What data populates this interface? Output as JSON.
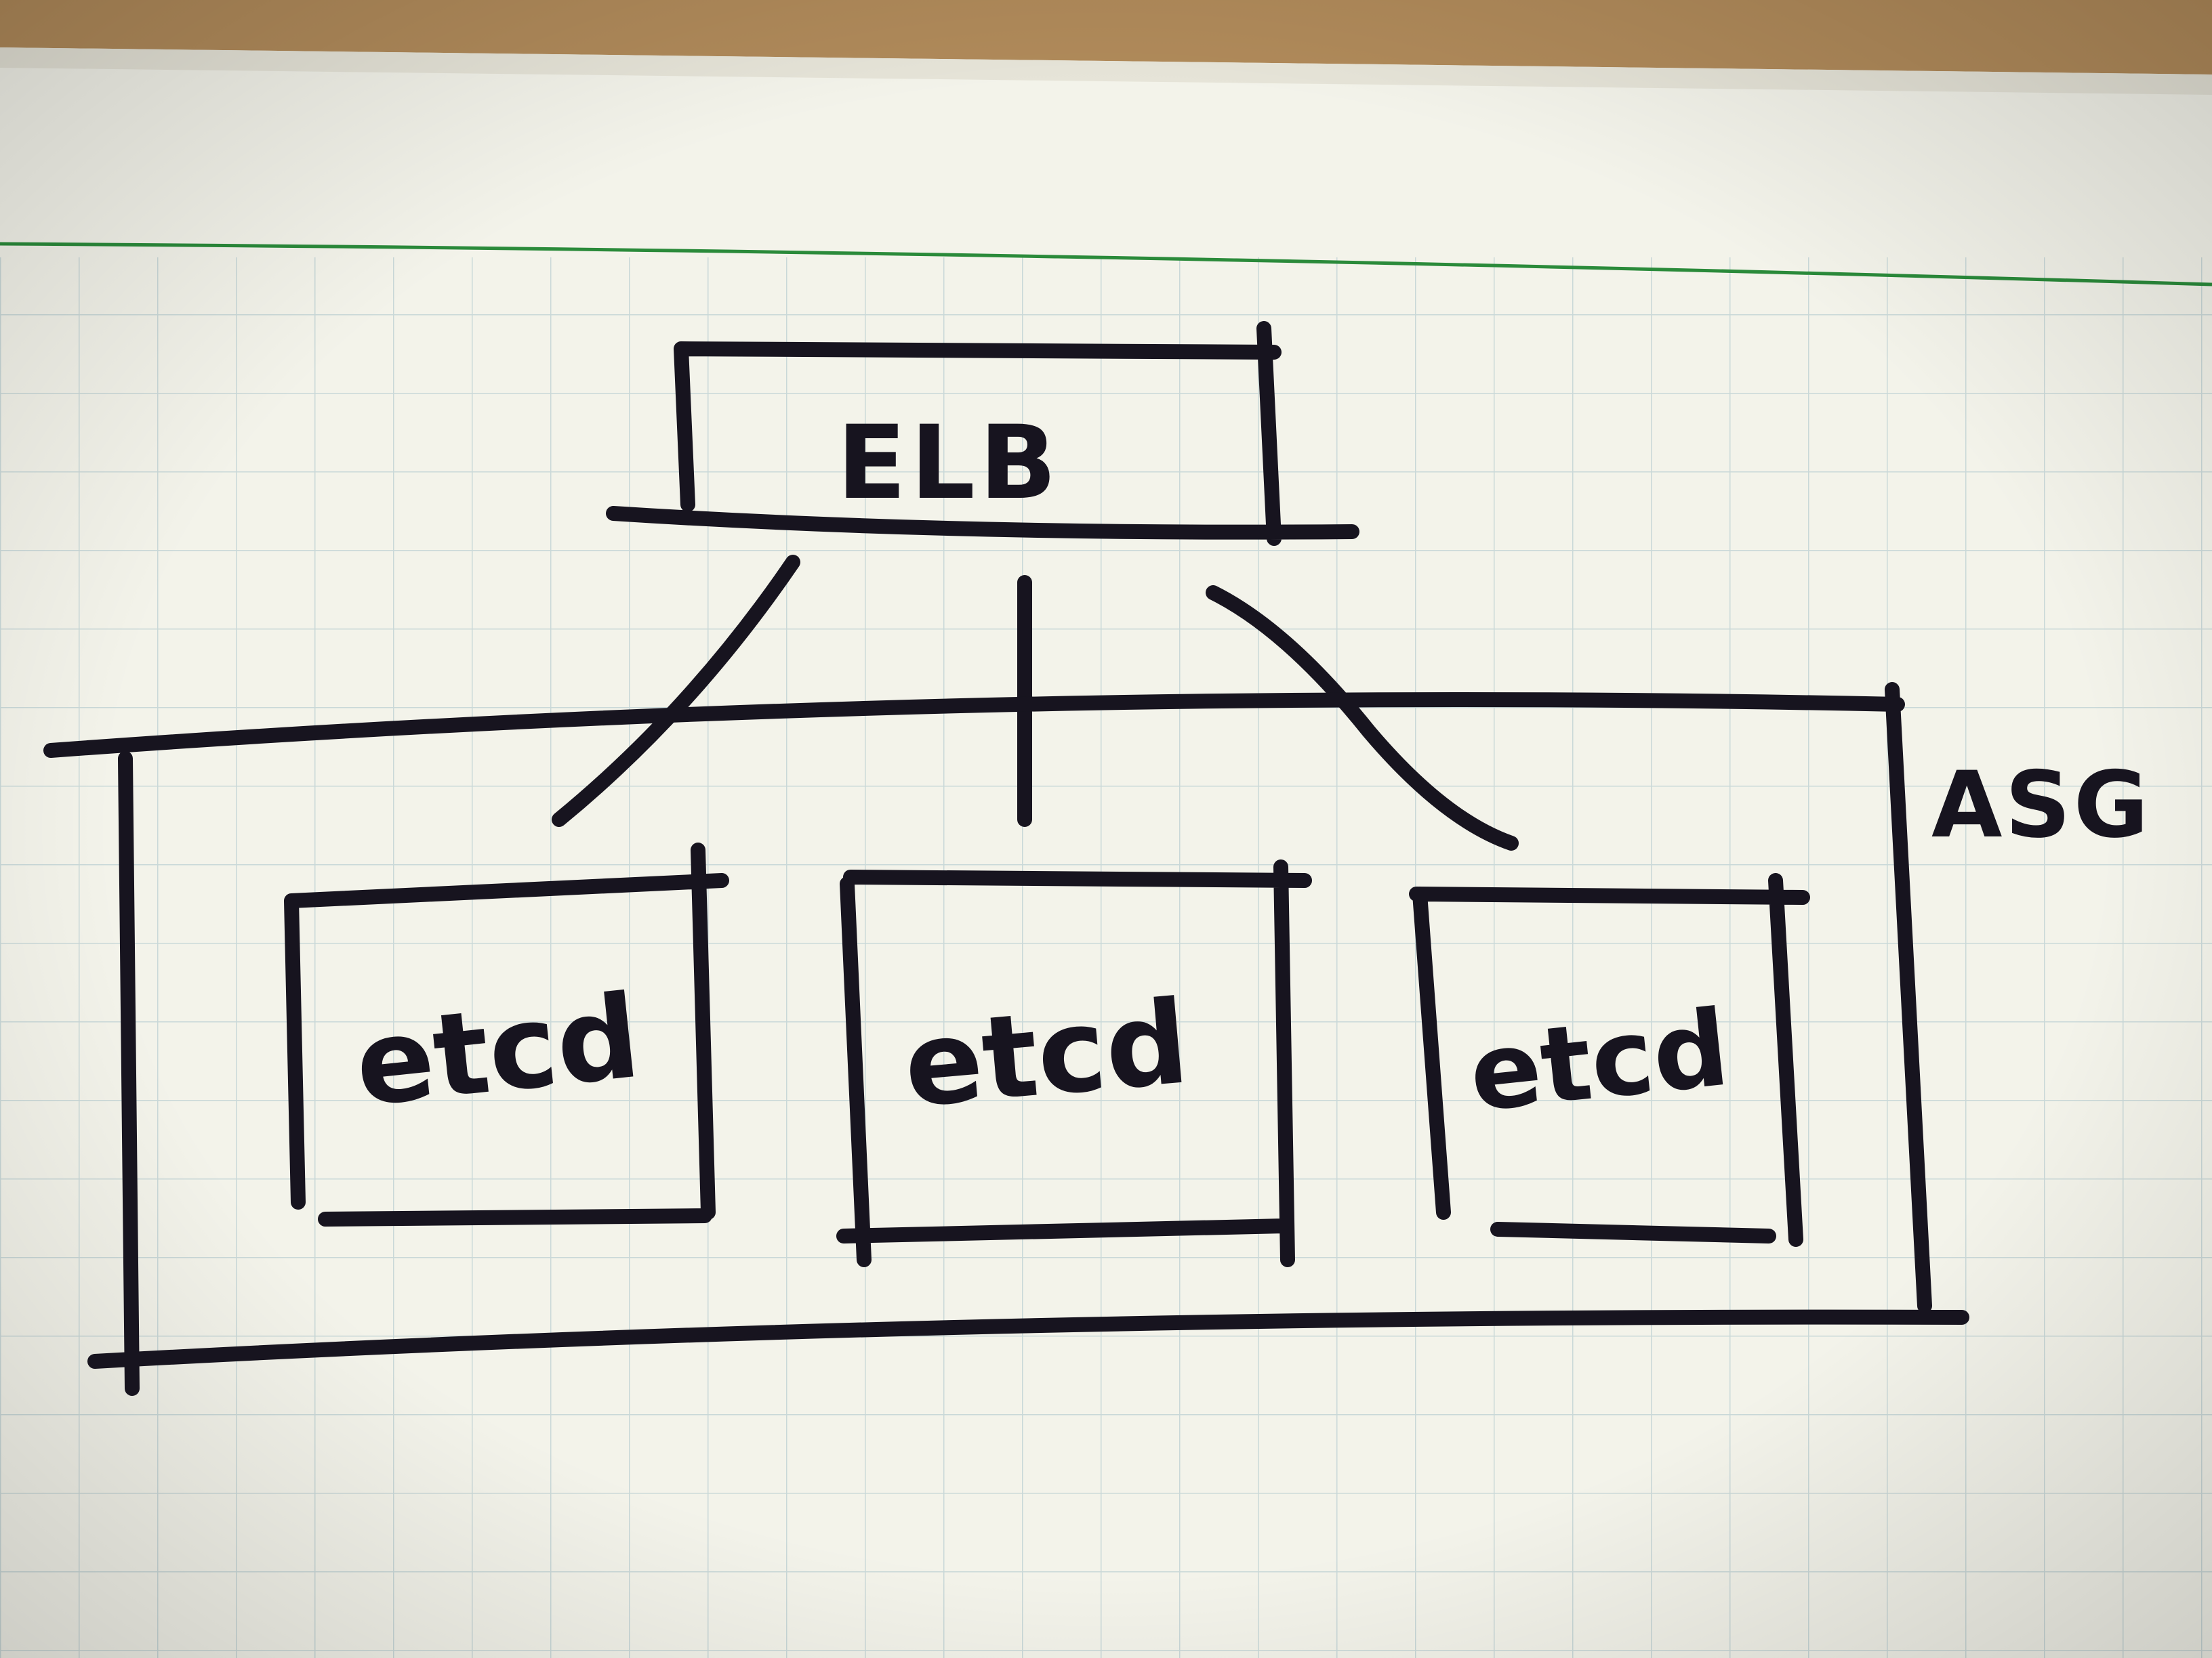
{
  "diagram": {
    "load_balancer": {
      "label": "ELB"
    },
    "group": {
      "label": "ASG"
    },
    "nodes": [
      {
        "label": "etcd"
      },
      {
        "label": "etcd"
      },
      {
        "label": "etcd"
      }
    ]
  },
  "colors": {
    "ink": "#17141f",
    "paper": "#f3f3ea",
    "grid": "#c9d8d8",
    "margin_line": "#2a8a3a",
    "desk": "#b08a5a"
  }
}
